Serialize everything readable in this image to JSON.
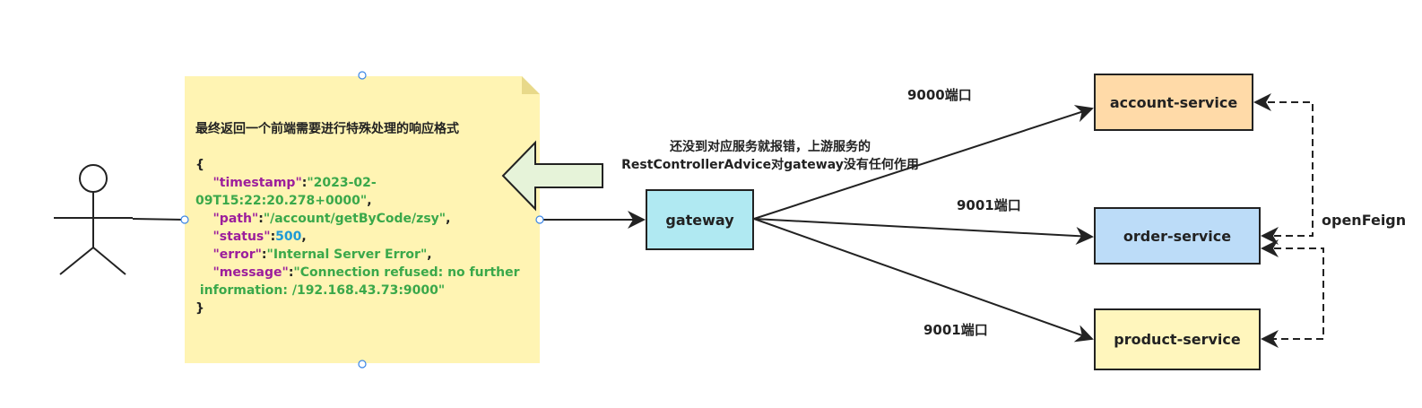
{
  "note": {
    "title": "最终返回一个前端需要进行特殊处理的响应格式",
    "open_brace": "{",
    "close_brace": "}",
    "timestamp_key": "\"timestamp\"",
    "timestamp_val_1": "\"2023-02-",
    "timestamp_val_2": "09T15:22:20.278+0000\"",
    "path_key": "\"path\"",
    "path_val": "\"/account/getByCode/zsy\"",
    "status_key": "\"status\"",
    "status_val": "500",
    "error_key": "\"error\"",
    "error_val": "\"Internal Server Error\"",
    "message_key": "\"message\"",
    "message_val_1": "\"Connection refused: no further",
    "message_val_2": "information: /192.168.43.73:9000\""
  },
  "annotation": {
    "line1": "还没到对应服务就报错，上游服务的",
    "line2": "RestControllerAdvice对gateway没有任何作用"
  },
  "nodes": {
    "gateway": "gateway",
    "account": "account-service",
    "order": "order-service",
    "product": "product-service"
  },
  "edge_labels": {
    "account_port": "9000端口",
    "order_port": "9001端口",
    "product_port": "9001端口",
    "openfeign": "openFeign"
  },
  "colors": {
    "note_fill": "#fff4b3",
    "big_arrow_fill": "#e6f3d9",
    "gateway_fill": "#b0e9f2",
    "account_fill": "#ffdaa8",
    "order_fill": "#bcdcf8",
    "product_fill": "#fff6bd",
    "handle": "#3b86e6"
  }
}
